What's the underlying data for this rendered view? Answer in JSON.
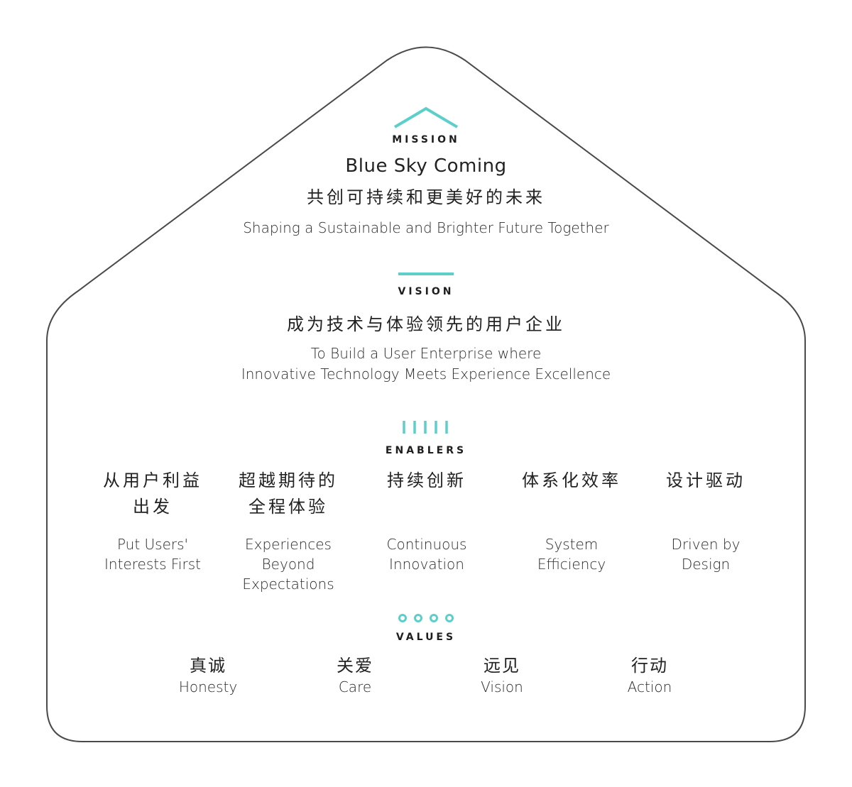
{
  "colors": {
    "accent": "#5ccfcb",
    "outline": "#4a4a4a",
    "text": "#222222"
  },
  "mission": {
    "icon": "roof-icon",
    "label": "MISSION",
    "title_en": "Blue Sky Coming",
    "title_zh": "共创可持续和更美好的未来",
    "subtitle": "Shaping a Sustainable and Brighter Future Together"
  },
  "vision": {
    "icon": "line-icon",
    "label": "VISION",
    "title_zh": "成为技术与体验领先的用户企业",
    "line1": "To Build a User Enterprise where",
    "line2": "Innovative Technology Meets Experience Excellence"
  },
  "enablers": {
    "icon": "bars-icon",
    "label": "ENABLERS",
    "items": [
      {
        "zh1": "从用户利益",
        "zh2": "出发",
        "en1": "Put Users'",
        "en2": "Interests First",
        "en3": ""
      },
      {
        "zh1": "超越期待的",
        "zh2": "全程体验",
        "en1": "Experiences",
        "en2": "Beyond",
        "en3": "Expectations"
      },
      {
        "zh1": "持续创新",
        "zh2": "",
        "en1": "Continuous",
        "en2": "Innovation",
        "en3": ""
      },
      {
        "zh1": "体系化效率",
        "zh2": "",
        "en1": "System",
        "en2": "Efficiency",
        "en3": ""
      },
      {
        "zh1": "设计驱动",
        "zh2": "",
        "en1": "Driven by",
        "en2": "Design",
        "en3": ""
      }
    ]
  },
  "values": {
    "icon": "circles-icon",
    "label": "VALUES",
    "items": [
      {
        "zh": "真诚",
        "en": "Honesty"
      },
      {
        "zh": "关爱",
        "en": "Care"
      },
      {
        "zh": "远见",
        "en": "Vision"
      },
      {
        "zh": "行动",
        "en": "Action"
      }
    ]
  }
}
